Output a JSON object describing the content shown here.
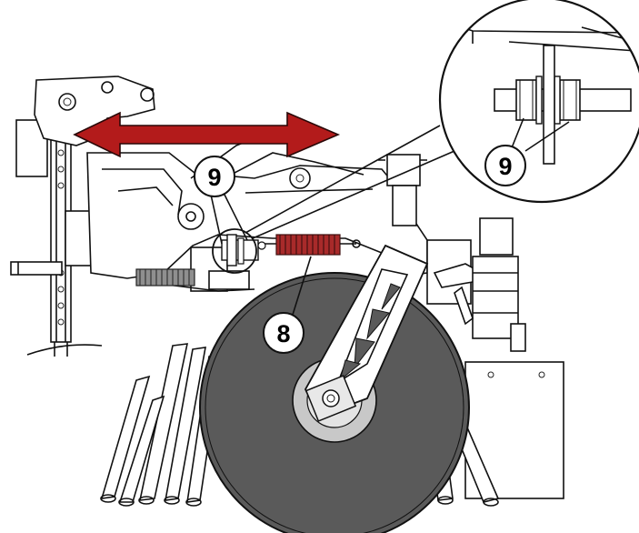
{
  "callouts": {
    "adjuster_bolt_label": "9",
    "adjuster_bolt_detail_label": "9",
    "spring_label": "8"
  },
  "colors": {
    "arrow": "#b31b1b",
    "spring": "#a82a2a",
    "disc": "#5a5a5a",
    "hub": "#c8c8c8"
  },
  "icons": {
    "adjustment_arrow": "double-headed-arrow"
  }
}
